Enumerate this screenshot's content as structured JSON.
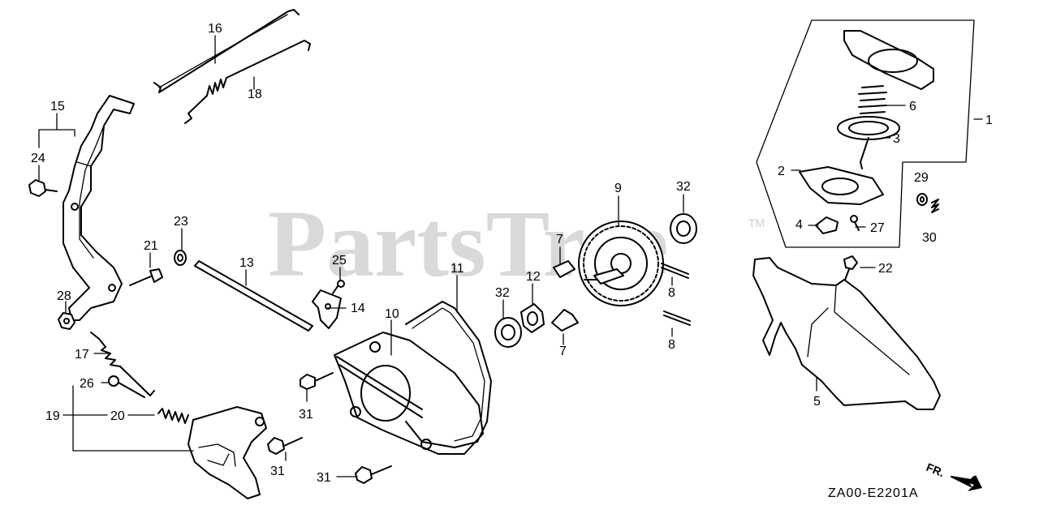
{
  "watermark": {
    "text": "PartsTree",
    "tm": "TM"
  },
  "diagram_code": "ZA00-E2201A",
  "direction_label": "FR.",
  "callouts": {
    "c1": "1",
    "c2": "2",
    "c3": "3",
    "c4": "4",
    "c5": "5",
    "c6": "6",
    "c7a": "7",
    "c7b": "7",
    "c8a": "8",
    "c8b": "8",
    "c9": "9",
    "c10": "10",
    "c11": "11",
    "c12": "12",
    "c13": "13",
    "c14": "14",
    "c15": "15",
    "c16": "16",
    "c17": "17",
    "c18": "18",
    "c19": "19",
    "c20": "20",
    "c21": "21",
    "c22": "22",
    "c23": "23",
    "c24": "24",
    "c25": "25",
    "c26": "26",
    "c27": "27",
    "c28": "28",
    "c29": "29",
    "c30": "30",
    "c31a": "31",
    "c31b": "31",
    "c31c": "31",
    "c32a": "32",
    "c32b": "32"
  }
}
